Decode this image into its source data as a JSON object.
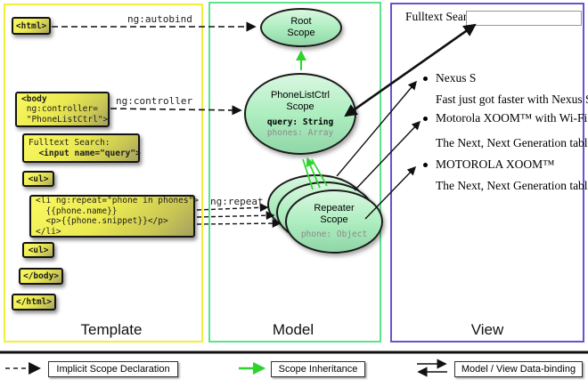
{
  "columns": {
    "template_label": "Template",
    "model_label": "Model",
    "view_label": "View"
  },
  "template": {
    "html_open": "<html>",
    "body_open_l1": "<body",
    "body_open_l2": " ng:controller=",
    "body_open_l3": " \"PhoneListCtrl\">",
    "fulltext_l1": "Fulltext Search:",
    "fulltext_l2": "  <input name=\"query\">",
    "ul_open": "<ul>",
    "li_repeat": "<li ng:repeat=\"phone in phones\">\n  {{phone.name}}\n  <p>{{phone.snippet}}</p>\n</li>",
    "ul_close": "<ul>",
    "body_close": "</body>",
    "html_close": "</html>"
  },
  "edge_labels": {
    "autobind": "ng:autobind",
    "controller": "ng:controller",
    "repeat": "ng:repeat"
  },
  "model": {
    "root_scope_title": "Root\nScope",
    "phonelist_title": "PhoneListCtrl\nScope",
    "phonelist_prop_query": "query: String",
    "phonelist_prop_phones": "phones: Array",
    "repeater_title": "Repeater\nScope",
    "repeater_prop": "phone: Object"
  },
  "view": {
    "search_label": "Fulltext Search:",
    "search_value": "",
    "items": [
      {
        "title": "Nexus S",
        "snippet": "Fast just got faster with Nexus S."
      },
      {
        "title": "Motorola XOOM™ with Wi-Fi",
        "snippet": "The Next, Next Generation tablet."
      },
      {
        "title": "MOTOROLA XOOM™",
        "snippet": "The Next, Next Generation tablet."
      }
    ]
  },
  "legend": {
    "implicit": "Implicit Scope Declaration",
    "inheritance": "Scope Inheritance",
    "binding": "Model / View Data-binding"
  },
  "colors": {
    "template_border": "#f2ef39",
    "model_border": "#5ce38e",
    "view_border": "#6a51cf",
    "scope_fill": "#aeeec0",
    "code_box_fill": "#ecea52",
    "inheritance_arrow": "#2ed32e"
  }
}
